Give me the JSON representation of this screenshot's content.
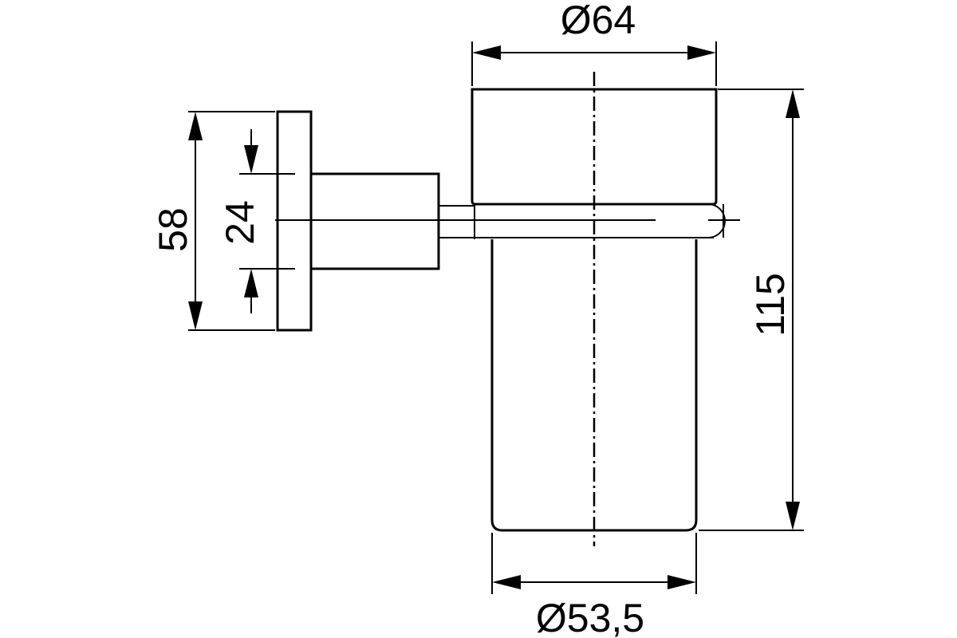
{
  "dimensions": {
    "top_diameter": "Ø64",
    "bottom_diameter": "Ø53,5",
    "height": "115",
    "plate_height": "58",
    "arm_height": "24"
  }
}
